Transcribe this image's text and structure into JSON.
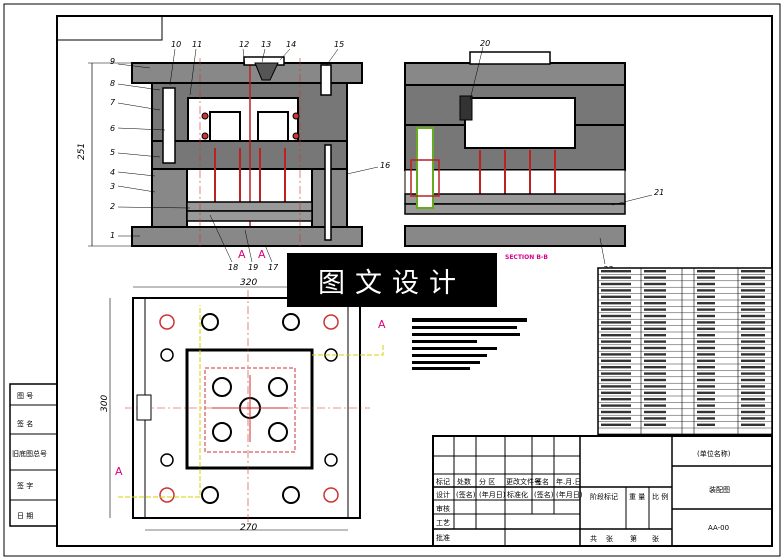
{
  "watermark": "图文设计",
  "section_label": "SECTION B-B",
  "section_marks": [
    "A",
    "A",
    "A",
    "A"
  ],
  "part_numbers": {
    "left_column": [
      "9",
      "8",
      "7",
      "6",
      "5",
      "4",
      "3",
      "2",
      "1"
    ],
    "top_row": [
      "10",
      "11",
      "12",
      "13",
      "14",
      "15"
    ],
    "section_view": [
      "20",
      "21",
      "22"
    ],
    "right_callout": "16",
    "bottom_row": [
      "18",
      "19",
      "17"
    ]
  },
  "dimensions": {
    "height_label": "251",
    "width_top": "320",
    "width_bottom": "270",
    "height_plan": "300"
  },
  "side_strip": [
    "图 号",
    "签 名",
    "旧底图总号",
    "日 期",
    "签 字"
  ],
  "title_block": {
    "header_row": [
      "标记",
      "处数",
      "分 区",
      "更改文件号",
      "签名",
      "年.月.日"
    ],
    "design_row": [
      "设计",
      "(签名)",
      "(年月日)",
      "标准化",
      "(签名)",
      "(年月日)"
    ],
    "rows": [
      "审核",
      "工艺",
      "批准"
    ],
    "stage_labels": [
      "阶段标记",
      "重 量",
      "比 例"
    ],
    "sheet_labels": [
      "共",
      "张",
      "第",
      "张"
    ],
    "unit_name": "(单位名称)",
    "drawing_title": "装配图",
    "drawing_no": "AA-00"
  }
}
